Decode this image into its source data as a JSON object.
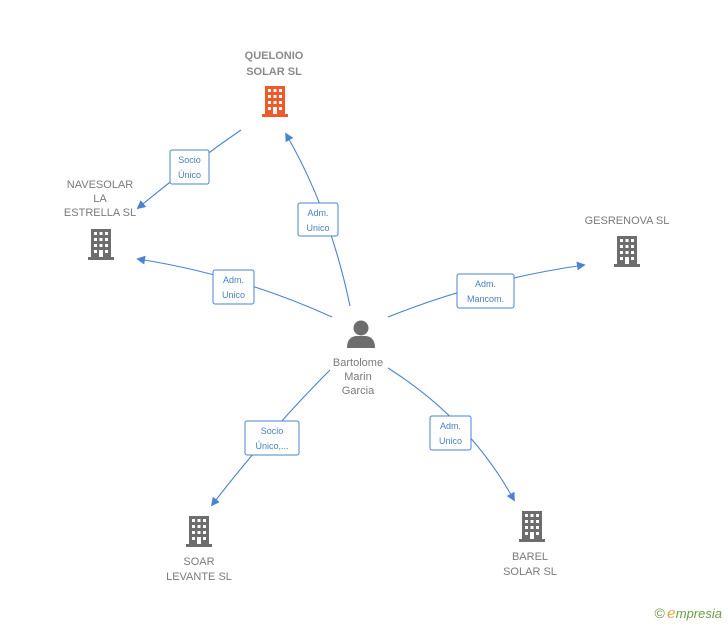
{
  "nodes": [
    {
      "id": "quelonio",
      "label_lines": [
        "QUELONIO",
        "SOLAR SL"
      ],
      "type": "company",
      "highlight": true
    },
    {
      "id": "navesolar",
      "label_lines": [
        "NAVESOLAR",
        "LA",
        "ESTRELLA SL"
      ],
      "type": "company"
    },
    {
      "id": "gesrenova",
      "label_lines": [
        "GESRENOVA SL"
      ],
      "type": "company"
    },
    {
      "id": "person",
      "label_lines": [
        "Bartolome",
        "Marin",
        "Garcia"
      ],
      "type": "person"
    },
    {
      "id": "soar",
      "label_lines": [
        "SOAR",
        "LEVANTE SL"
      ],
      "type": "company"
    },
    {
      "id": "barel",
      "label_lines": [
        "BAREL",
        "SOLAR SL"
      ],
      "type": "company"
    }
  ],
  "edges": [
    {
      "id": "e1",
      "label_lines": [
        "Socio",
        "Único"
      ]
    },
    {
      "id": "e2",
      "label_lines": [
        "Adm.",
        "Unico"
      ]
    },
    {
      "id": "e3",
      "label_lines": [
        "Adm.",
        "Unico"
      ]
    },
    {
      "id": "e4",
      "label_lines": [
        "Adm.",
        "Mancom."
      ]
    },
    {
      "id": "e5",
      "label_lines": [
        "Socio",
        "Único,..."
      ]
    },
    {
      "id": "e6",
      "label_lines": [
        "Adm.",
        "Unico"
      ]
    }
  ],
  "colors": {
    "edge": "#4a84d0",
    "building": "#6d6d6d",
    "building_highlight": "#ee5a2a",
    "person": "#6d6d6d"
  },
  "footer": {
    "copyright_symbol": "©",
    "brand_initial": "e",
    "brand_rest": "mpresia"
  }
}
